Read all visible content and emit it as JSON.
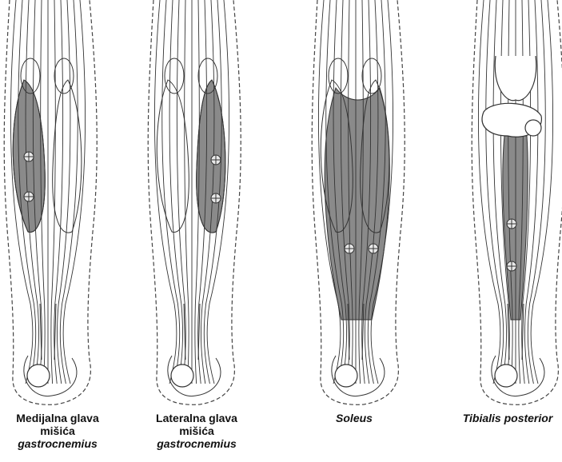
{
  "panels": [
    {
      "id": "medial-gastrocnemius",
      "title_lines": [
        "Medijalna glava",
        "mišića"
      ],
      "title_italic": "gastrocnemius",
      "highlight": "medial-head"
    },
    {
      "id": "lateral-gastrocnemius",
      "title_lines": [
        "Lateralna glava",
        "mišića"
      ],
      "title_italic": "gastrocnemius",
      "highlight": "lateral-head"
    },
    {
      "id": "soleus",
      "title_lines": [],
      "title_italic": "Soleus",
      "highlight": "soleus"
    },
    {
      "id": "tibialis-posterior",
      "title_lines": [],
      "title_italic": "Tibialis posterior",
      "highlight": "tibialis-posterior"
    }
  ],
  "colors": {
    "line": "#333333",
    "highlight": "#8a8a8a",
    "background": "#ffffff",
    "skin_outline": "#444444"
  }
}
